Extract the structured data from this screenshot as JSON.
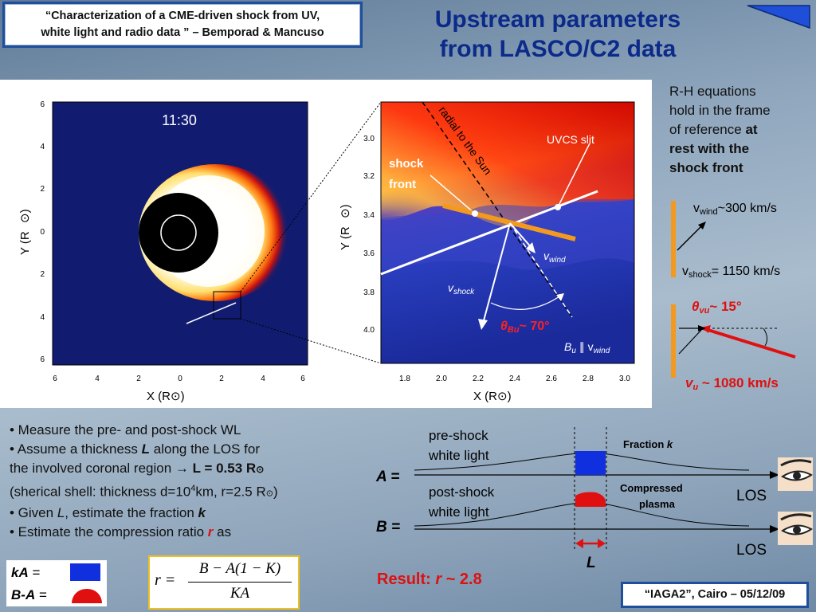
{
  "header": {
    "citation_line1": "“Characterization of a CME-driven shock  from UV,",
    "citation_line2": "white light and radio data ” – Bemporad & Mancuso",
    "title_line1": "Upstream parameters",
    "title_line2": "from LASCO/C2 data"
  },
  "left_image": {
    "time_label": "11:30",
    "y_axis_label": "Y (R",
    "x_axis_label": "X (R",
    "y_ticks": [
      "6",
      "4",
      "2",
      "0",
      "2",
      "4",
      "6"
    ],
    "x_ticks": [
      "6",
      "4",
      "2",
      "0",
      "2",
      "4",
      "6"
    ]
  },
  "zoom_image": {
    "y_ticks": [
      "3.0",
      "3.2",
      "3.4",
      "3.6",
      "3.8",
      "4.0"
    ],
    "x_ticks": [
      "1.8",
      "2.0",
      "2.2",
      "2.4",
      "2.6",
      "2.8",
      "3.0"
    ],
    "y_axis_label": "Y (R",
    "x_axis_label": "X (R",
    "radial_label": "radial to the Sun",
    "uvcs_label": "UVCS slit",
    "shock_front_label_1": "shock",
    "shock_front_label_2": "front",
    "vwind_label": "v",
    "vwind_sub": "wind",
    "vshock_label": "v",
    "vshock_sub": "shock",
    "theta_label": "θ",
    "theta_sub": "Bu",
    "theta_value": "~ 70°",
    "bu_label": "B",
    "bu_sub": "u",
    "bu_par": " ∥ v",
    "bu_par_sub": "wind"
  },
  "rh_text": {
    "line1": "R-H equations",
    "line2": "hold in the frame",
    "line3_a": "of reference ",
    "line3_b": "at",
    "line4": "rest with the",
    "line5": "shock front"
  },
  "vectors": {
    "vwind_a": "v",
    "vwind_sub": "wind",
    "vwind_val": "~300 km/s",
    "vshock_a": "v",
    "vshock_sub": "shock",
    "vshock_val": "= 1150 km/s",
    "theta_a": "θ",
    "theta_sub": "vu",
    "theta_val": "~ 15°",
    "vu_a": "v",
    "vu_sub": "u",
    "vu_val": " ~ 1080 km/s"
  },
  "bullets": {
    "b1": "• Measure the pre- and post-shock WL",
    "b2_a": "• Assume a thickness ",
    "b2_b": "L",
    "b2_c": " along the LOS for",
    "b3_a": "the involved coronal region → ",
    "b3_b": "L = 0.53 R",
    "b4_a": "(sherical shell: thickness d=10",
    "b4_sup": "4",
    "b4_b": "km, r=2.5 R",
    "b4_c": ")",
    "b5_a": "• Given ",
    "b5_b": "L",
    "b5_c": ", estimate the fraction ",
    "b5_d": "k",
    "b6_a": "• Estimate the compression ratio ",
    "b6_b": "r",
    "b6_c": " as"
  },
  "legend": {
    "ka": "kA",
    "eq1": " =",
    "ba": "B-A",
    "eq2": " ="
  },
  "formula": {
    "lhs": "r =",
    "numerator": "B − A(1 − K)",
    "denominator": "KA"
  },
  "diagram": {
    "pre_shock_1": "pre-shock",
    "pre_shock_2": "white light",
    "post_shock_1": "post-shock",
    "post_shock_2": "white light",
    "a_label": "A =",
    "b_label": "B =",
    "fraction_label": "Fraction ",
    "fraction_k": "k",
    "compressed_1": "Compressed",
    "compressed_2": "plasma",
    "los_1": "LOS",
    "los_2": "LOS",
    "l_label": "L"
  },
  "result": {
    "prefix": "Result: ",
    "r": "r",
    "value": " ~ 2.8"
  },
  "footer": {
    "text": "“IAGA2”, Cairo – 05/12/09"
  },
  "colors": {
    "title": "#0b2a8a",
    "accent_red": "#dd1111",
    "orange_bar": "#f39a1e",
    "blue_marker": "#1030e0"
  }
}
